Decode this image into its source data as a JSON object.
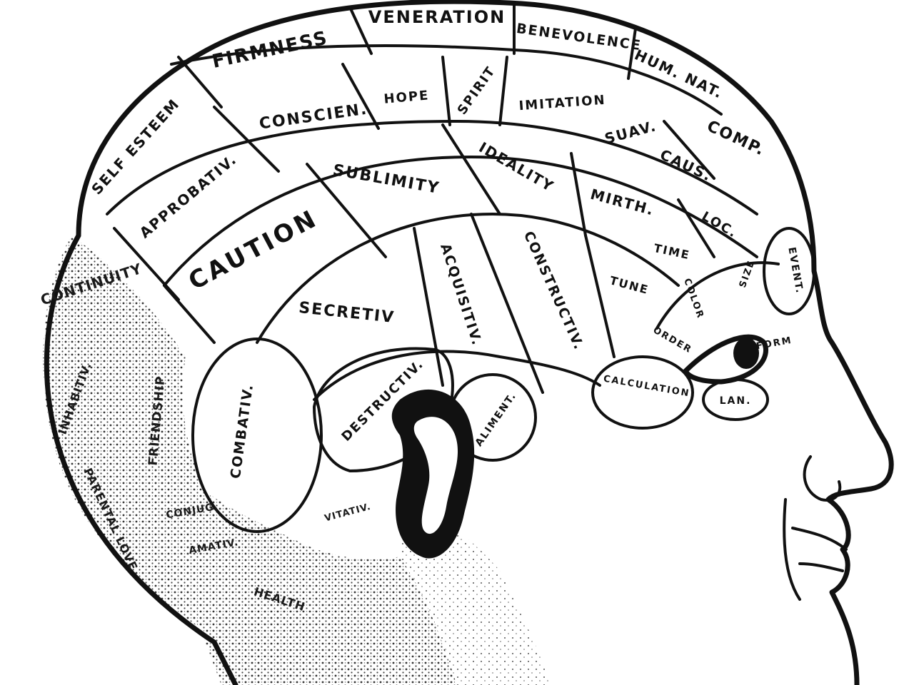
{
  "colors": {
    "ink": "#111111",
    "paper": "#ffffff"
  },
  "organs": {
    "veneration": "VENERATION",
    "benevolence": "BENEVOLENCE",
    "firmness": "FIRMNESS",
    "human_nature": "HUM. NAT.",
    "self_esteem": "SELF ESTEEM",
    "conscientiousness": "CONSCIEN.",
    "hope": "HOPE",
    "spirit": "SPIRIT",
    "imitation": "IMITATION",
    "approbativeness": "APPROBATIV.",
    "sublimity": "SUBLIMITY",
    "ideality": "IDEALITY",
    "suavity": "SUAV.",
    "comparison": "COMP.",
    "causality": "CAUS.",
    "mirth": "MIRTH.",
    "caution": "CAUTION",
    "secretiveness": "SECRETIV",
    "acquisitiveness": "ACQUISITIV.",
    "constructiveness": "CONSTRUCTIV.",
    "locality": "LOC.",
    "time": "TIME",
    "tune": "TUNE",
    "destructiveness": "DESTRUCTIV.",
    "alimentiveness": "ALIMENT.",
    "combativeness": "COMBATIV.",
    "calculation": "CALCULATION",
    "language": "LAN.",
    "form": "FORM",
    "order": "ORDER",
    "color": "COLOR",
    "size": "SIZE",
    "eventuality": "EVENT.",
    "continuity": "CONTINUITY",
    "inhabitiveness": "INHABITIV.",
    "friendship": "FRIENDSHIP",
    "parental_love": "PARENTAL LOVE",
    "vitativeness": "VITATIV.",
    "conjugality": "CONJUG.",
    "amativeness": "AMATIV.",
    "health": "HEALTH"
  }
}
